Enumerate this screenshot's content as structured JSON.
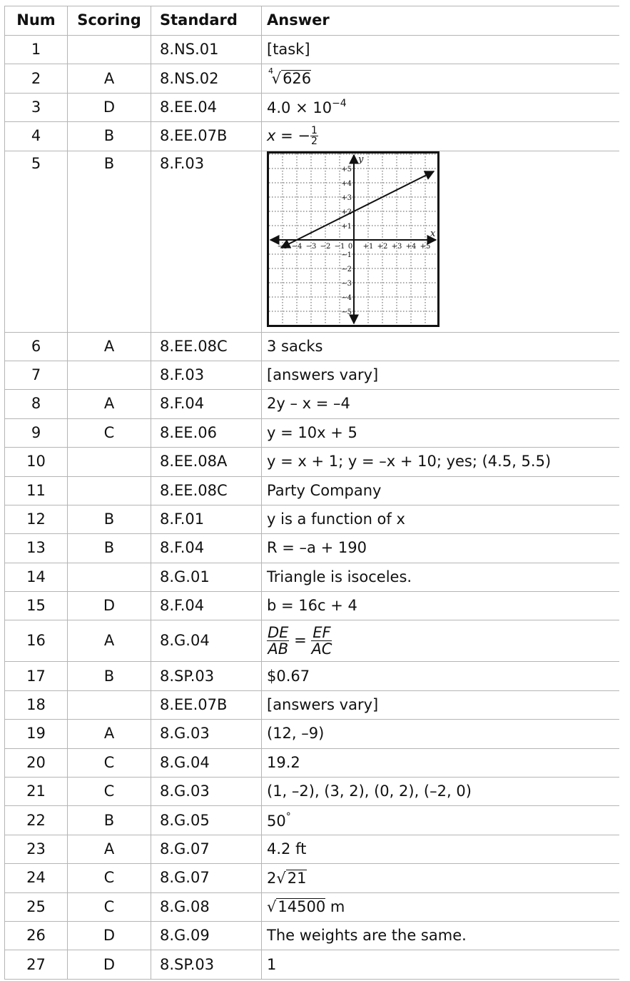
{
  "headers": {
    "num": "Num",
    "scoring": "Scoring",
    "standard": "Standard",
    "answer": "Answer"
  },
  "rows": [
    {
      "num": "1",
      "scoring": "",
      "standard": "8.NS.01",
      "answer": "[task]"
    },
    {
      "num": "2",
      "scoring": "A",
      "standard": "8.NS.02",
      "answer_index": "4",
      "answer_radicand": "626"
    },
    {
      "num": "3",
      "scoring": "D",
      "standard": "8.EE.04",
      "answer_base": "4.0 × 10",
      "answer_exp": "−4"
    },
    {
      "num": "4",
      "scoring": "B",
      "standard": "8.EE.07B",
      "answer_lhs": "x = −",
      "answer_num": "1",
      "answer_den": "2"
    },
    {
      "num": "5",
      "scoring": "B",
      "standard": "8.F.03",
      "answer_graph": {
        "x_axis_label": "x",
        "y_axis_label": "y",
        "x_ticks": [
          "−5",
          "−4",
          "−3",
          "−2",
          "−1",
          "0",
          "+1",
          "+2",
          "+3",
          "+4",
          "+5"
        ],
        "y_ticks": [
          "+5",
          "+4",
          "+3",
          "+2",
          "+1",
          "−1",
          "−2",
          "−3",
          "−4",
          "−5"
        ],
        "line_from": [
          -5,
          -0.5
        ],
        "line_to": [
          5,
          4.5
        ]
      }
    },
    {
      "num": "6",
      "scoring": "A",
      "standard": "8.EE.08C",
      "answer": "3 sacks"
    },
    {
      "num": "7",
      "scoring": "",
      "standard": "8.F.03",
      "answer": "[answers vary]"
    },
    {
      "num": "8",
      "scoring": "A",
      "standard": "8.F.04",
      "answer": "2y – x = –4"
    },
    {
      "num": "9",
      "scoring": "C",
      "standard": "8.EE.06",
      "answer": "y = 10x + 5"
    },
    {
      "num": "10",
      "scoring": "",
      "standard": "8.EE.08A",
      "answer": "y = x + 1; y = –x + 10; yes; (4.5, 5.5)"
    },
    {
      "num": "11",
      "scoring": "",
      "standard": "8.EE.08C",
      "answer": "Party Company"
    },
    {
      "num": "12",
      "scoring": "B",
      "standard": "8.F.01",
      "answer": "y is a function of x"
    },
    {
      "num": "13",
      "scoring": "B",
      "standard": "8.F.04",
      "answer": "R = –a + 190"
    },
    {
      "num": "14",
      "scoring": "",
      "standard": "8.G.01",
      "answer": "Triangle is isoceles."
    },
    {
      "num": "15",
      "scoring": "D",
      "standard": "8.F.04",
      "answer": "b = 16c + 4"
    },
    {
      "num": "16",
      "scoring": "A",
      "standard": "8.G.04",
      "answer_f1_num": "DE",
      "answer_f1_den": "AB",
      "answer_eq": "=",
      "answer_f2_num": "EF",
      "answer_f2_den": "AC"
    },
    {
      "num": "17",
      "scoring": "B",
      "standard": "8.SP.03",
      "answer": "$0.67"
    },
    {
      "num": "18",
      "scoring": "",
      "standard": "8.EE.07B",
      "answer": "[answers vary]"
    },
    {
      "num": "19",
      "scoring": "A",
      "standard": "8.G.03",
      "answer": "(12, –9)"
    },
    {
      "num": "20",
      "scoring": "C",
      "standard": "8.G.04",
      "answer": "19.2"
    },
    {
      "num": "21",
      "scoring": "C",
      "standard": "8.G.03",
      "answer": "(1, –2), (3, 2), (0, 2), (–2, 0)"
    },
    {
      "num": "22",
      "scoring": "B",
      "standard": "8.G.05",
      "answer_value": "50",
      "answer_sup": "°"
    },
    {
      "num": "23",
      "scoring": "A",
      "standard": "8.G.07",
      "answer": "4.2 ft"
    },
    {
      "num": "24",
      "scoring": "C",
      "standard": "8.G.07",
      "answer_coef": "2",
      "answer_radicand": "21"
    },
    {
      "num": "25",
      "scoring": "C",
      "standard": "8.G.08",
      "answer_radicand": "14500",
      "answer_unit": " m"
    },
    {
      "num": "26",
      "scoring": "D",
      "standard": "8.G.09",
      "answer": "The weights are the same."
    },
    {
      "num": "27",
      "scoring": "D",
      "standard": "8.SP.03",
      "answer": "1"
    }
  ]
}
